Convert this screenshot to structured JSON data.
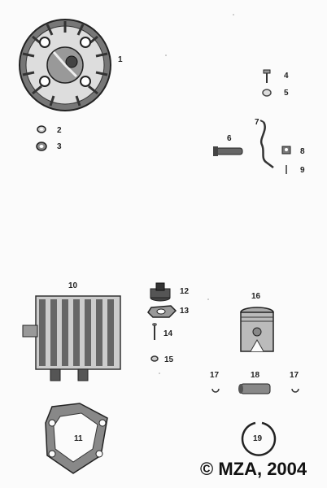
{
  "callouts": {
    "c1": "1",
    "c2": "2",
    "c3": "3",
    "c4": "4",
    "c5": "5",
    "c6": "6",
    "c7": "7",
    "c8": "8",
    "c9": "9",
    "c10": "10",
    "c11": "11",
    "c12": "12",
    "c13": "13",
    "c14": "14",
    "c15": "15",
    "c16": "16",
    "c17a": "17",
    "c17b": "17",
    "c18": "18",
    "c19": "19"
  },
  "copyright": "© MZA, 2004"
}
